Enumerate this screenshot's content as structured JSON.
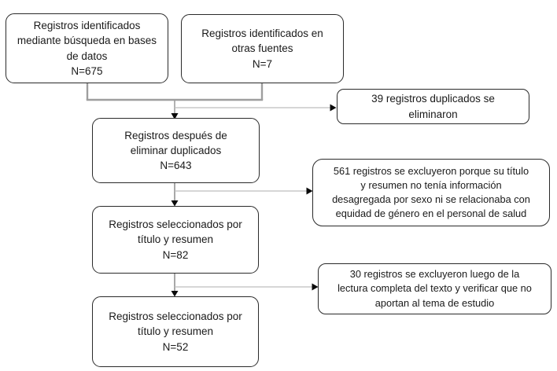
{
  "diagram_type": "flowchart",
  "nodes": [
    {
      "id": "identified-databases",
      "text": "Registros identificados\nmediante búsqueda en bases\nde datos\nN=675"
    },
    {
      "id": "identified-other",
      "text": "Registros identificados en\notras fuentes\nN=7"
    },
    {
      "id": "duplicates-removed",
      "text": "39 registros duplicados se\neliminaron"
    },
    {
      "id": "after-duplicates",
      "text": "Registros después de\neliminar duplicados\nN=643"
    },
    {
      "id": "excluded-title-abstract",
      "text": "561 registros se excluyeron porque su título\ny resumen no tenía información\ndesagregada por sexo ni se relacionaba con\nequidad de género en el personal de salud"
    },
    {
      "id": "selected-title-abstract",
      "text": "Registros seleccionados por\ntítulo y resumen\nN=82"
    },
    {
      "id": "excluded-fulltext",
      "text": "30 registros se excluyeron luego de la\nlectura completa del texto y verificar que no\naportan al tema de estudio"
    },
    {
      "id": "selected-final",
      "text": "Registros seleccionados por\ntítulo y resumen\nN=52"
    }
  ],
  "colors": {
    "box_border": "#2a2a2a",
    "box_fill": "#ffffff",
    "text": "#1a1a1a",
    "connector": "#9e9e9e",
    "branch": "#bdbdbd",
    "arrowhead": "#0a0a0a"
  }
}
